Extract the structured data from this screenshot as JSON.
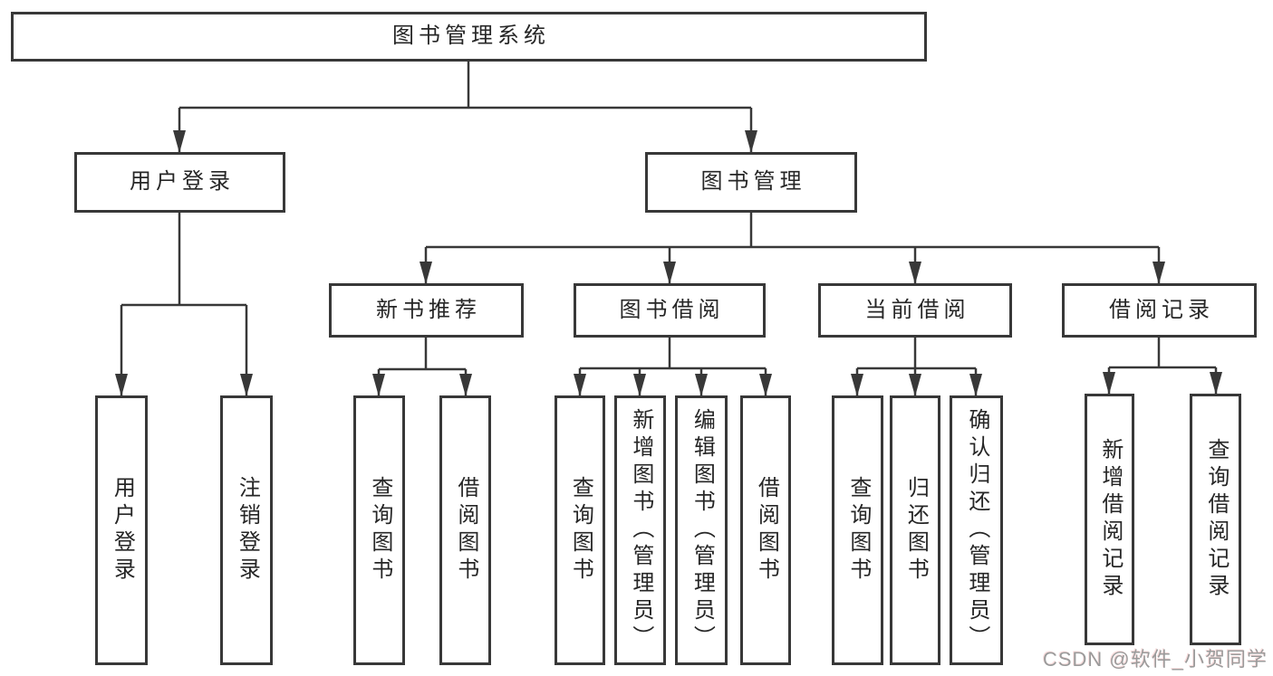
{
  "colors": {
    "line": "#383838",
    "border": "#383838",
    "text": "#262626",
    "watermark": "#9b9b9b",
    "background": "#ffffff"
  },
  "tree": {
    "root": {
      "label": "图书管理系统"
    },
    "user_login": {
      "label": "用户登录",
      "children": [
        {
          "label": "用户登录"
        },
        {
          "label": "注销登录"
        }
      ]
    },
    "book_mgmt": {
      "label": "图书管理",
      "children": [
        {
          "label": "新书推荐",
          "children": [
            {
              "label": "查询图书"
            },
            {
              "label": "借阅图书"
            }
          ]
        },
        {
          "label": "图书借阅",
          "children": [
            {
              "label": "查询图书"
            },
            {
              "label": "新增图书（管理员）"
            },
            {
              "label": "编辑图书（管理员）"
            },
            {
              "label": "借阅图书"
            }
          ]
        },
        {
          "label": "当前借阅",
          "children": [
            {
              "label": "查询图书"
            },
            {
              "label": "归还图书"
            },
            {
              "label": "确认归还（管理员）"
            }
          ]
        },
        {
          "label": "借阅记录",
          "children": [
            {
              "label": "新增借阅记录"
            },
            {
              "label": "查询借阅记录"
            }
          ]
        }
      ]
    }
  },
  "watermark": {
    "text": "CSDN @软件_小贺同学"
  }
}
